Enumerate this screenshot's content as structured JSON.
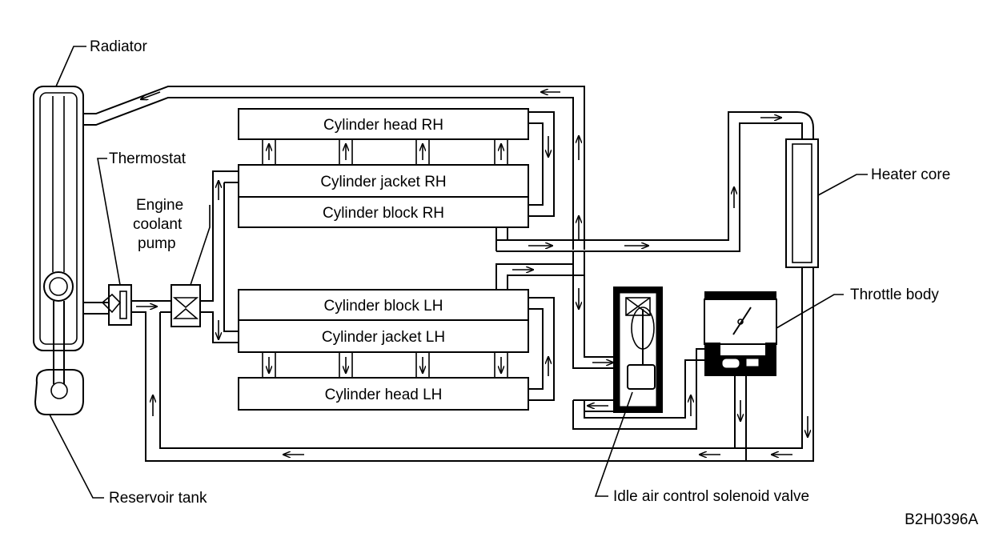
{
  "labels": {
    "radiator": "Radiator",
    "thermostat": "Thermostat",
    "pump_line1": "Engine",
    "pump_line2": "coolant",
    "pump_line3": "pump",
    "heater_core": "Heater core",
    "throttle_body": "Throttle body",
    "reservoir_tank": "Reservoir tank",
    "idle_valve": "Idle air control solenoid valve",
    "figure_code": "B2H0396A"
  },
  "blocks": {
    "head_rh": "Cylinder head RH",
    "jacket_rh": "Cylinder jacket RH",
    "block_rh": "Cylinder block RH",
    "block_lh": "Cylinder block LH",
    "jacket_lh": "Cylinder jacket LH",
    "head_lh": "Cylinder head LH"
  }
}
